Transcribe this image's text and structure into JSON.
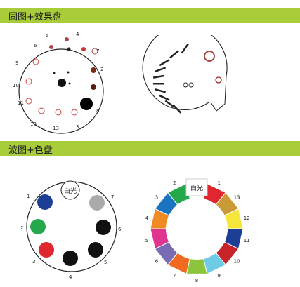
{
  "sections": [
    {
      "title": "固图+效果盘"
    },
    {
      "title": "波图+色盘"
    }
  ],
  "gobo_wheel": {
    "slot_numbers": [
      "2",
      "3",
      "4",
      "5",
      "6",
      "7",
      "8",
      "9",
      "10",
      "11",
      "12",
      "13"
    ]
  },
  "effect_wheel": {},
  "wave_wheel": {
    "white_label": "白光",
    "slot_numbers": [
      "1",
      "2",
      "3",
      "4",
      "5",
      "6",
      "7"
    ]
  },
  "color_wheel": {
    "white_label": "白光",
    "segments": [
      {
        "num": "1",
        "color": "#e0262e"
      },
      {
        "num": "13",
        "color": "#c99a35"
      },
      {
        "num": "12",
        "color": "#f5e63a"
      },
      {
        "num": "11",
        "color": "#1c3f95"
      },
      {
        "num": "10",
        "color": "#c8242a"
      },
      {
        "num": "9",
        "color": "#6ecbe6"
      },
      {
        "num": "8",
        "color": "#8cc43c"
      },
      {
        "num": "7",
        "color": "#f06a21"
      },
      {
        "num": "6",
        "color": "#7a6cb4"
      },
      {
        "num": "5",
        "color": "#e0358f"
      },
      {
        "num": "4",
        "color": "#ef8b22"
      },
      {
        "num": "3",
        "color": "#1b74c2"
      },
      {
        "num": "2",
        "color": "#24a84a"
      }
    ]
  }
}
